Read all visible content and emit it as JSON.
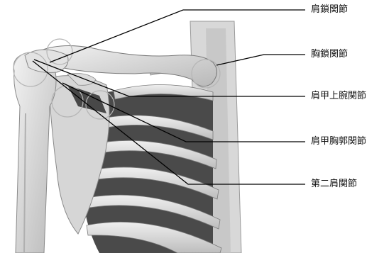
{
  "labels": {
    "acromioclavicular": "肩鎖関節",
    "sternoclavicular": "胸鎖関節",
    "glenohumeral": "肩甲上腕関節",
    "scapulothoracic": "肩甲胸郭関節",
    "second_shoulder": "第二肩関節"
  },
  "colors": {
    "background": "#ffffff",
    "bone_light": "#e9e9e9",
    "bone_mid": "#c9c9c9",
    "bone_dark": "#8c8c8c",
    "shadow": "#3a3a3a",
    "leader_line": "#000000"
  }
}
